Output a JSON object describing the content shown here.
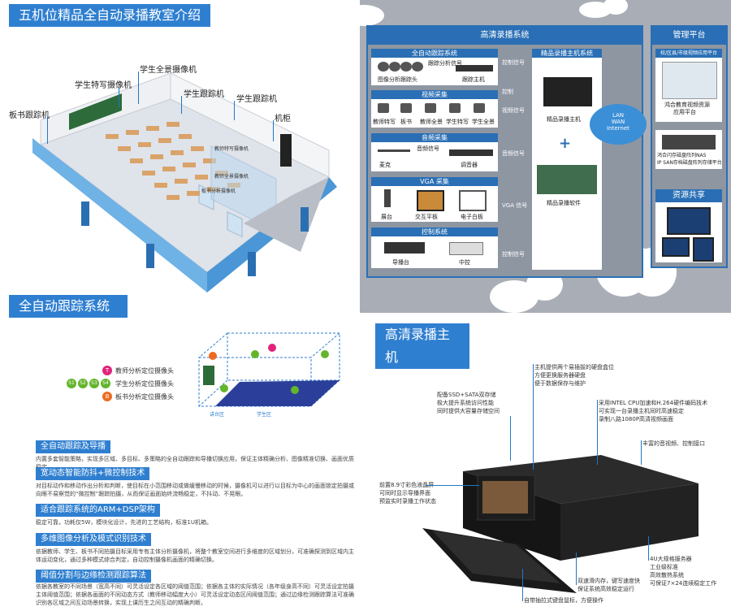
{
  "classroom": {
    "title": "五机位精品全自动录播教室介绍",
    "labels": {
      "student_full": "学生全景摄像机",
      "student_closeup": "学生特写摄像机",
      "student_track": "学生跟踪机",
      "student_track2": "学生跟踪机",
      "board_track": "板书跟踪机",
      "cabinet": "机柜",
      "inner1": "教师特写摄像机",
      "inner2": "教师全景摄像机",
      "inner3": "板书分析摄像机"
    }
  },
  "system": {
    "hd_title": "高清录播系统",
    "mgmt_title": "管理平台",
    "tracking": {
      "title": "全自动跟踪系统",
      "item1": "图像分析跟踪头",
      "signal": "跟踪分析信号",
      "item2": "跟踪主机",
      "ctrl": "控制信号"
    },
    "control_label": "控制",
    "video": {
      "title": "视频采集",
      "items": [
        "教师特写",
        "板书",
        "教师全景",
        "学生特写",
        "学生全景"
      ],
      "signal": "视频信号"
    },
    "audio": {
      "title": "音频采集",
      "mic": "麦克",
      "signal": "音频信号",
      "mixer": "调音器",
      "out": "音频信号"
    },
    "vga": {
      "title": "VGA 采集",
      "items": [
        "展台",
        "交互平板",
        "电子白板"
      ],
      "signal": "VGA 信号"
    },
    "ctrl": {
      "title": "控制系统",
      "items": [
        "导播台",
        "中控"
      ],
      "signal": "控制信号"
    },
    "host": {
      "title": "精品录播主机系统",
      "name": "精品录播主机",
      "soft": "精品录播软件",
      "plus": "+"
    },
    "net": {
      "l1": "LAN",
      "l2": "WAN",
      "l3": "Internet"
    },
    "mgmt": {
      "platform": "校/区县/市级视频应用平台",
      "caption1": "鸿合教育视频资源",
      "caption2": "应用平台",
      "storage1": "鸿合闪存磁盘阵列NAS",
      "storage2": "IP SAN存档磁盘阵列存储平台",
      "share": "资源共享"
    }
  },
  "auto_track": {
    "title": "全自动跟踪系统",
    "legend": [
      {
        "mark": "T",
        "text": "教师分析定位摄像头",
        "color": "#e0247a"
      },
      {
        "marks": [
          "S1",
          "S2",
          "S3",
          "S4"
        ],
        "text": "学生分析定位摄像头",
        "color": "#63b52b"
      },
      {
        "mark": "B",
        "text": "板书分析定位摄像头",
        "color": "#ee6a1f"
      }
    ],
    "zone1": "讲台区",
    "zone2": "学生区"
  },
  "features": [
    {
      "h": "全自动跟踪及导播",
      "t": "内置多套智能策略，实现多区域、多目标、多策略的全自动跟踪和导播切换应用，保证主体精确分析、图像精准切换、画面优质稳定。"
    },
    {
      "h": "宽动态智能防抖+微控制技术",
      "t": "对目标动作和移动作出分析和判断，使目标在小范围移动或做缓慢移动的时候，摄像机可以进行以目标为中心的画面锁定拍摄或向眼不易察觉的“微控制”跟踪拍摄，从而保证画面始终流畅稳定，不抖动、不晃眼。"
    },
    {
      "h": "适合跟踪系统的ARM+DSP架构",
      "t": "稳定可靠，功耗仅5W，模块化设计，先进的工艺结构，标准1U机箱。"
    },
    {
      "h": "多维图像分析及模式识别技术",
      "t": "依据教师、学生、板书不同拍摄目标采用专有主体分析摄像机，将整个教室空间进行多维度的区域划分，可准确探测到区域内主体运动变化，通过多种模式综合判定，自动控制摄像机画面的精确切换。"
    },
    {
      "h": "阈值分割与边缘检测跟踪算法",
      "t": "依据各教室的不同场景（宽高不同）可灵活设定各区域的阈值范围；依据各主体的实际情况（各年级身高不同）可灵活设定拍摄主体阈值范围；依据各画面的不同动态方式（教师移动幅度大小）可灵活设定动态区间阈值范围；通过边缘检测跟踪算法可准确识别各区域之间互动场景转换，实现上课历生之间互动的精确判断。"
    }
  ],
  "host": {
    "title": "高清录播主机",
    "callouts": {
      "c1": [
        "主机提供两个易插拔的硬盘盒位",
        "方便更换服务器硬盘",
        "便于数据保存与维护"
      ],
      "c2": [
        "配备SSD+SATA双存储",
        "极大提升系统访问性能",
        "同时提供大容量存储空间"
      ],
      "c3": [
        "采用INTEL CPU加速和H.264硬件编码技术",
        "可实现一台录播主机同时高速稳定",
        "录制八路1080P高清视频画面"
      ],
      "c4": [
        "丰富的音视频、控制接口"
      ],
      "c5": [
        "前置8.9寸彩色液晶屏",
        "可同时显示导播界面",
        "预监实时录播工作状态"
      ],
      "c6": [
        "4U大规格服务器",
        "工业级标准",
        "高效散热系统",
        "可保证7×24连续稳定工作"
      ],
      "c7": [
        "双速滑内存，键写速度快",
        "保证系统高效稳定运行"
      ],
      "c8": [
        "自带抽拉式键盘鼠标，方便操作"
      ]
    }
  }
}
